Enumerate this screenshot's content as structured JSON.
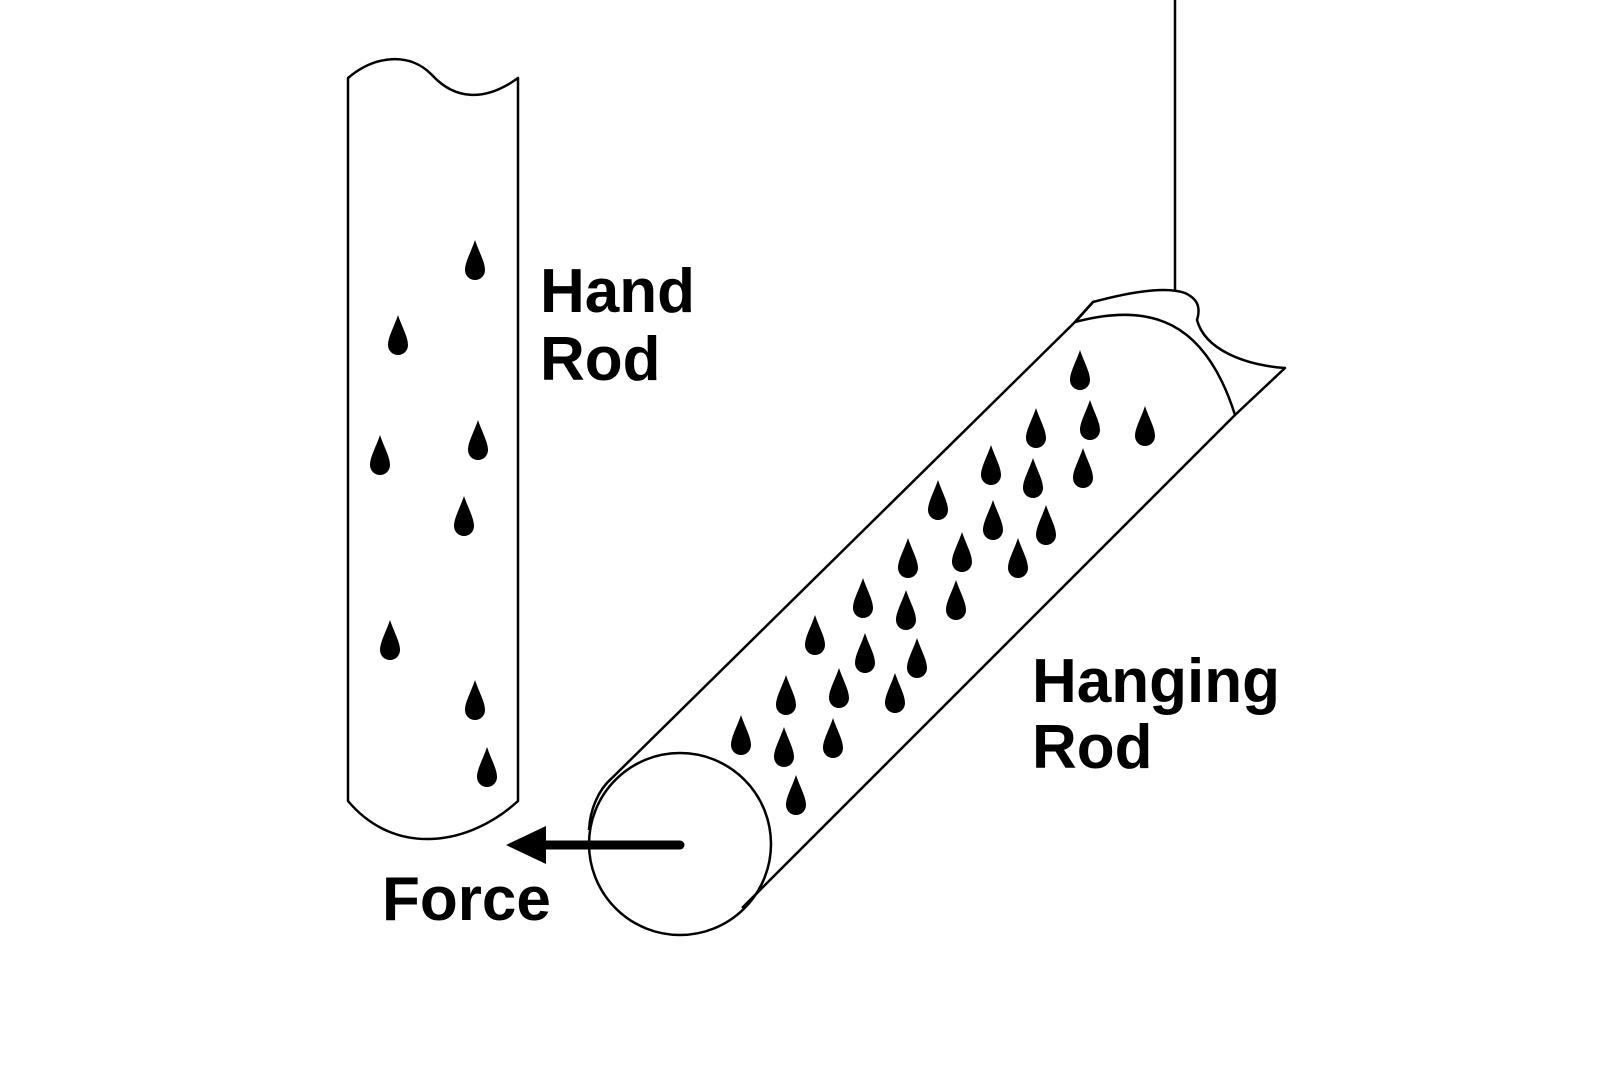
{
  "labels": {
    "hand_rod_line1": "Hand",
    "hand_rod_line2": "Rod",
    "hanging_rod_line1": "Hanging",
    "hanging_rod_line2": "Rod",
    "force": "Force"
  },
  "colors": {
    "ink": "#000000",
    "background": "#ffffff"
  }
}
